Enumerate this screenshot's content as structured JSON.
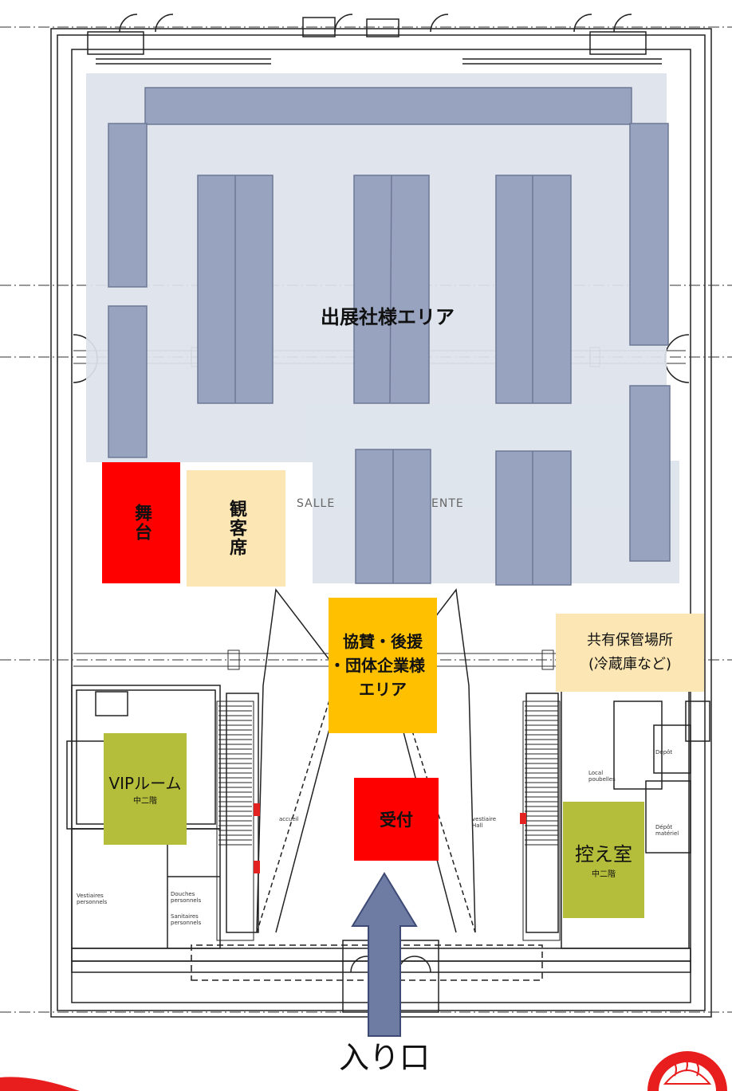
{
  "zones": {
    "exhibitor": {
      "label": "出展社様エリア",
      "color": "#DDE3EC"
    },
    "stage": {
      "label": "舞台",
      "color": "#FF0000"
    },
    "audience": {
      "label": "観客席",
      "color": "#FBE6B4"
    },
    "sponsor": {
      "label_line1": "協賛・後援",
      "label_line2": "・団体企業様",
      "label_line3": "エリア",
      "color": "#FFC000"
    },
    "storage": {
      "label_line1": "共有保管場所",
      "label_line2": "(冷蔵庫など)",
      "color": "#FBE6B4"
    },
    "vip": {
      "label": "VIPルーム",
      "sublabel": "中二階",
      "color": "#B5BE3A"
    },
    "reception": {
      "label": "受付",
      "color": "#FF0000"
    },
    "waiting": {
      "label": "控え室",
      "sublabel": "中二階",
      "color": "#B5BE3A"
    }
  },
  "plan_text": {
    "salle_left": "SALLE",
    "salle_right": "ENTE",
    "entrance": "入り口",
    "room_labels": [
      "Vestiaires personnels",
      "Douches personnels",
      "Sanitaires personnels",
      "accueil",
      "vestiaire Hall",
      "Local poubelles",
      "Dépôt",
      "Dépôt matériel"
    ]
  },
  "booth_color": "#98A4BF",
  "arrow_color": "#6E7BA3",
  "logo": {
    "name": "rice-bowl-logo"
  }
}
